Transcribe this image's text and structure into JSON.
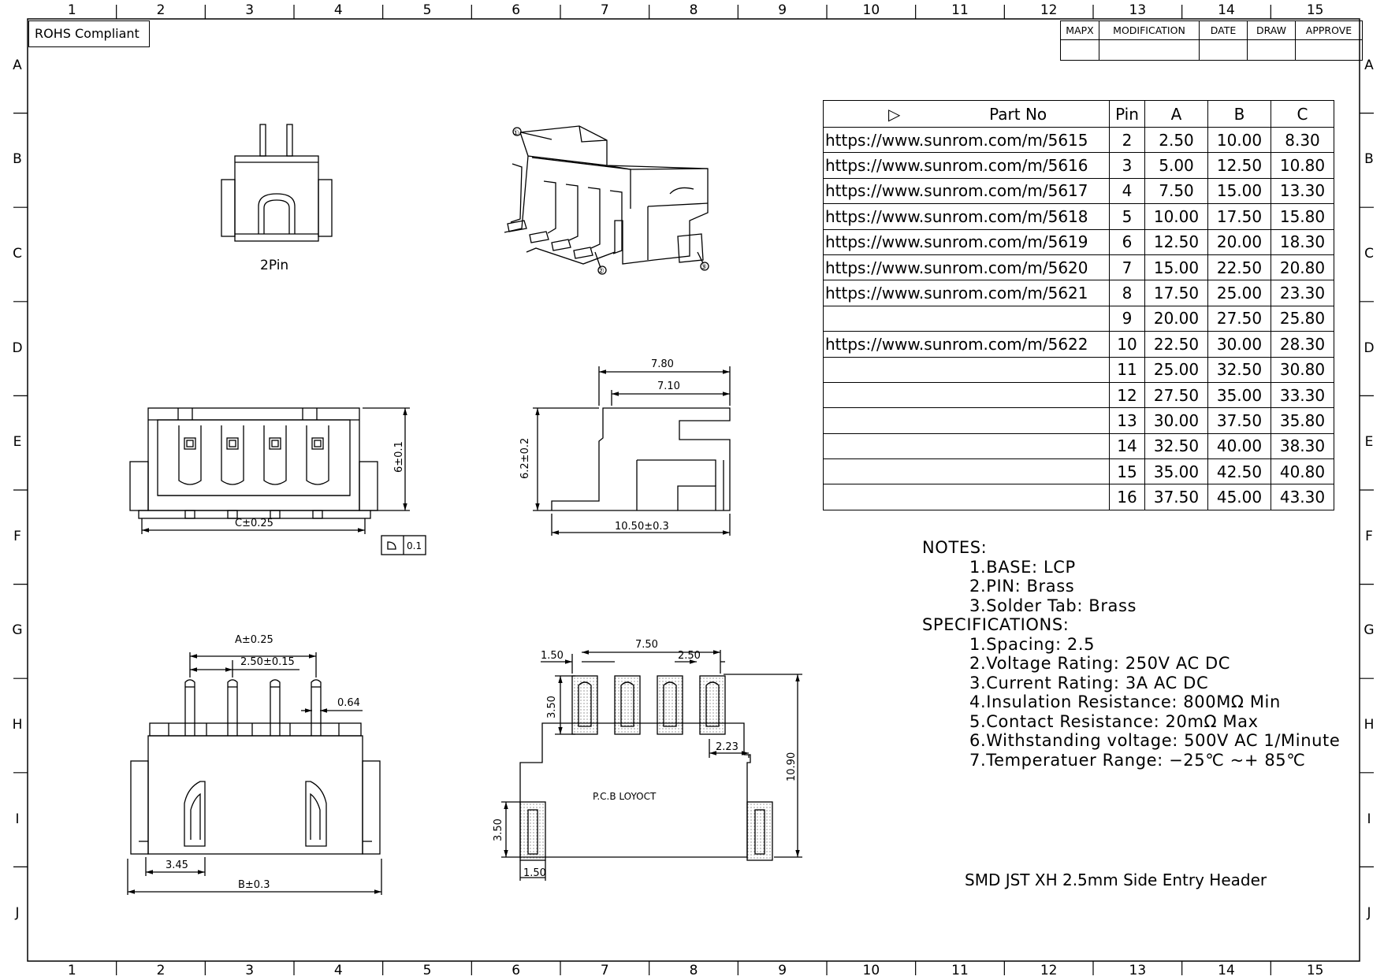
{
  "border": {
    "columns": [
      "1",
      "2",
      "3",
      "4",
      "5",
      "6",
      "7",
      "8",
      "9",
      "10",
      "11",
      "12",
      "13",
      "14",
      "15"
    ],
    "rows": [
      "A",
      "B",
      "C",
      "D",
      "E",
      "F",
      "G",
      "H",
      "I",
      "J"
    ]
  },
  "rohs_label": "ROHS Compliant",
  "revision_table": {
    "headers": [
      "MAPX",
      "MODIFICATION",
      "DATE",
      "DRAW",
      "APPROVE"
    ]
  },
  "part_table": {
    "headers": [
      "Part No",
      "Pin",
      "A",
      "B",
      "C"
    ],
    "rows": [
      {
        "part": "https://www.sunrom.com/m/5615",
        "pin": "2",
        "a": "2.50",
        "b": "10.00",
        "c": "8.30"
      },
      {
        "part": "https://www.sunrom.com/m/5616",
        "pin": "3",
        "a": "5.00",
        "b": "12.50",
        "c": "10.80"
      },
      {
        "part": "https://www.sunrom.com/m/5617",
        "pin": "4",
        "a": "7.50",
        "b": "15.00",
        "c": "13.30"
      },
      {
        "part": "https://www.sunrom.com/m/5618",
        "pin": "5",
        "a": "10.00",
        "b": "17.50",
        "c": "15.80"
      },
      {
        "part": "https://www.sunrom.com/m/5619",
        "pin": "6",
        "a": "12.50",
        "b": "20.00",
        "c": "18.30"
      },
      {
        "part": "https://www.sunrom.com/m/5620",
        "pin": "7",
        "a": "15.00",
        "b": "22.50",
        "c": "20.80"
      },
      {
        "part": "https://www.sunrom.com/m/5621",
        "pin": "8",
        "a": "17.50",
        "b": "25.00",
        "c": "23.30"
      },
      {
        "part": "",
        "pin": "9",
        "a": "20.00",
        "b": "27.50",
        "c": "25.80"
      },
      {
        "part": "https://www.sunrom.com/m/5622",
        "pin": "10",
        "a": "22.50",
        "b": "30.00",
        "c": "28.30"
      },
      {
        "part": "",
        "pin": "11",
        "a": "25.00",
        "b": "32.50",
        "c": "30.80"
      },
      {
        "part": "",
        "pin": "12",
        "a": "27.50",
        "b": "35.00",
        "c": "33.30"
      },
      {
        "part": "",
        "pin": "13",
        "a": "30.00",
        "b": "37.50",
        "c": "35.80"
      },
      {
        "part": "",
        "pin": "14",
        "a": "32.50",
        "b": "40.00",
        "c": "38.30"
      },
      {
        "part": "",
        "pin": "15",
        "a": "35.00",
        "b": "42.50",
        "c": "40.80"
      },
      {
        "part": "",
        "pin": "16",
        "a": "37.50",
        "b": "45.00",
        "c": "43.30"
      }
    ]
  },
  "notes": {
    "notes_heading": "NOTES:",
    "notes_items": [
      "1.BASE:  LCP",
      "2.PIN:  Brass",
      "3.Solder  Tab:  Brass"
    ],
    "spec_heading": "SPECIFICATIONS:",
    "spec_items": [
      "1.Spacing:  2.5",
      "2.Voltage  Rating:  250V  AC  DC",
      "3.Current  Rating:  3A  AC  DC",
      "4.Insulation  Resistance:  800MΩ  Min",
      "5.Contact  Resistance:  20mΩ  Max",
      "6.Withstanding  voltage:  500V  AC  1/Minute",
      "7.Temperatuer  Range:  −25℃  ~+  85℃"
    ]
  },
  "drawing_title": "SMD JST XH 2.5mm Side Entry Header",
  "views": {
    "top_view_label": "2Pin",
    "callouts": [
      "①",
      "②",
      "③"
    ],
    "front_dims": {
      "c": "C±0.25",
      "height": "6±0.1",
      "flatness": "0.1"
    },
    "side_dims": {
      "d1": "7.80",
      "d2": "7.10",
      "height": "6.2±0.2",
      "length": "10.50±0.3"
    },
    "bottom_dims": {
      "a": "A±0.25",
      "pitch": "2.50±0.15",
      "pin": "0.64",
      "edge": "3.45",
      "b": "B±0.3"
    },
    "pcb_dims": {
      "label": "P.C.B  LOYOCT",
      "w1": "1.50",
      "span": "7.50",
      "pitch": "2.50",
      "pad_h": "3.50",
      "gap": "2.23",
      "total_h": "10.90",
      "tab_h": "3.50",
      "tab_w": "1.50"
    }
  }
}
